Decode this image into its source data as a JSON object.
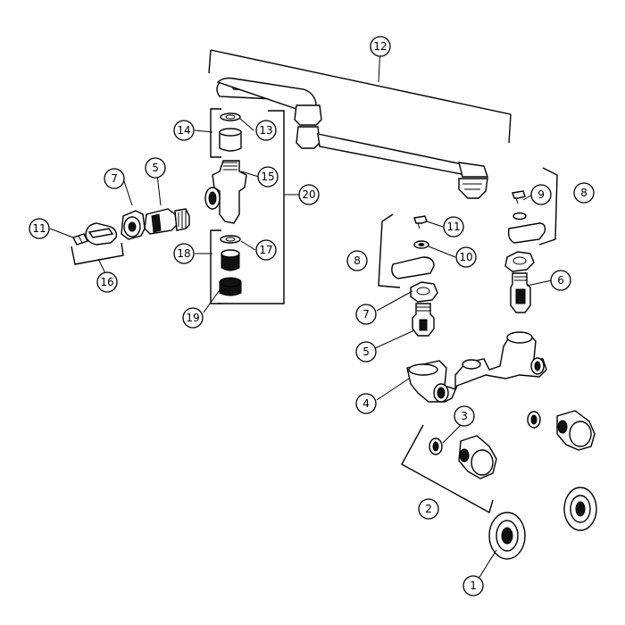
{
  "diagram": {
    "callouts": [
      {
        "id": "c1",
        "label": "1"
      },
      {
        "id": "c2",
        "label": "2"
      },
      {
        "id": "c3",
        "label": "3"
      },
      {
        "id": "c4",
        "label": "4"
      },
      {
        "id": "c5a",
        "label": "5"
      },
      {
        "id": "c5b",
        "label": "5"
      },
      {
        "id": "c6",
        "label": "6"
      },
      {
        "id": "c7a",
        "label": "7"
      },
      {
        "id": "c7b",
        "label": "7"
      },
      {
        "id": "c8a",
        "label": "8"
      },
      {
        "id": "c8b",
        "label": "8"
      },
      {
        "id": "c9",
        "label": "9"
      },
      {
        "id": "c10",
        "label": "10"
      },
      {
        "id": "c11a",
        "label": "11"
      },
      {
        "id": "c11b",
        "label": "11"
      },
      {
        "id": "c12",
        "label": "12"
      },
      {
        "id": "c13",
        "label": "13"
      },
      {
        "id": "c14",
        "label": "14"
      },
      {
        "id": "c15",
        "label": "15"
      },
      {
        "id": "c16",
        "label": "16"
      },
      {
        "id": "c17",
        "label": "17"
      },
      {
        "id": "c18",
        "label": "18"
      },
      {
        "id": "c19",
        "label": "19"
      },
      {
        "id": "c20",
        "label": "20"
      }
    ]
  }
}
